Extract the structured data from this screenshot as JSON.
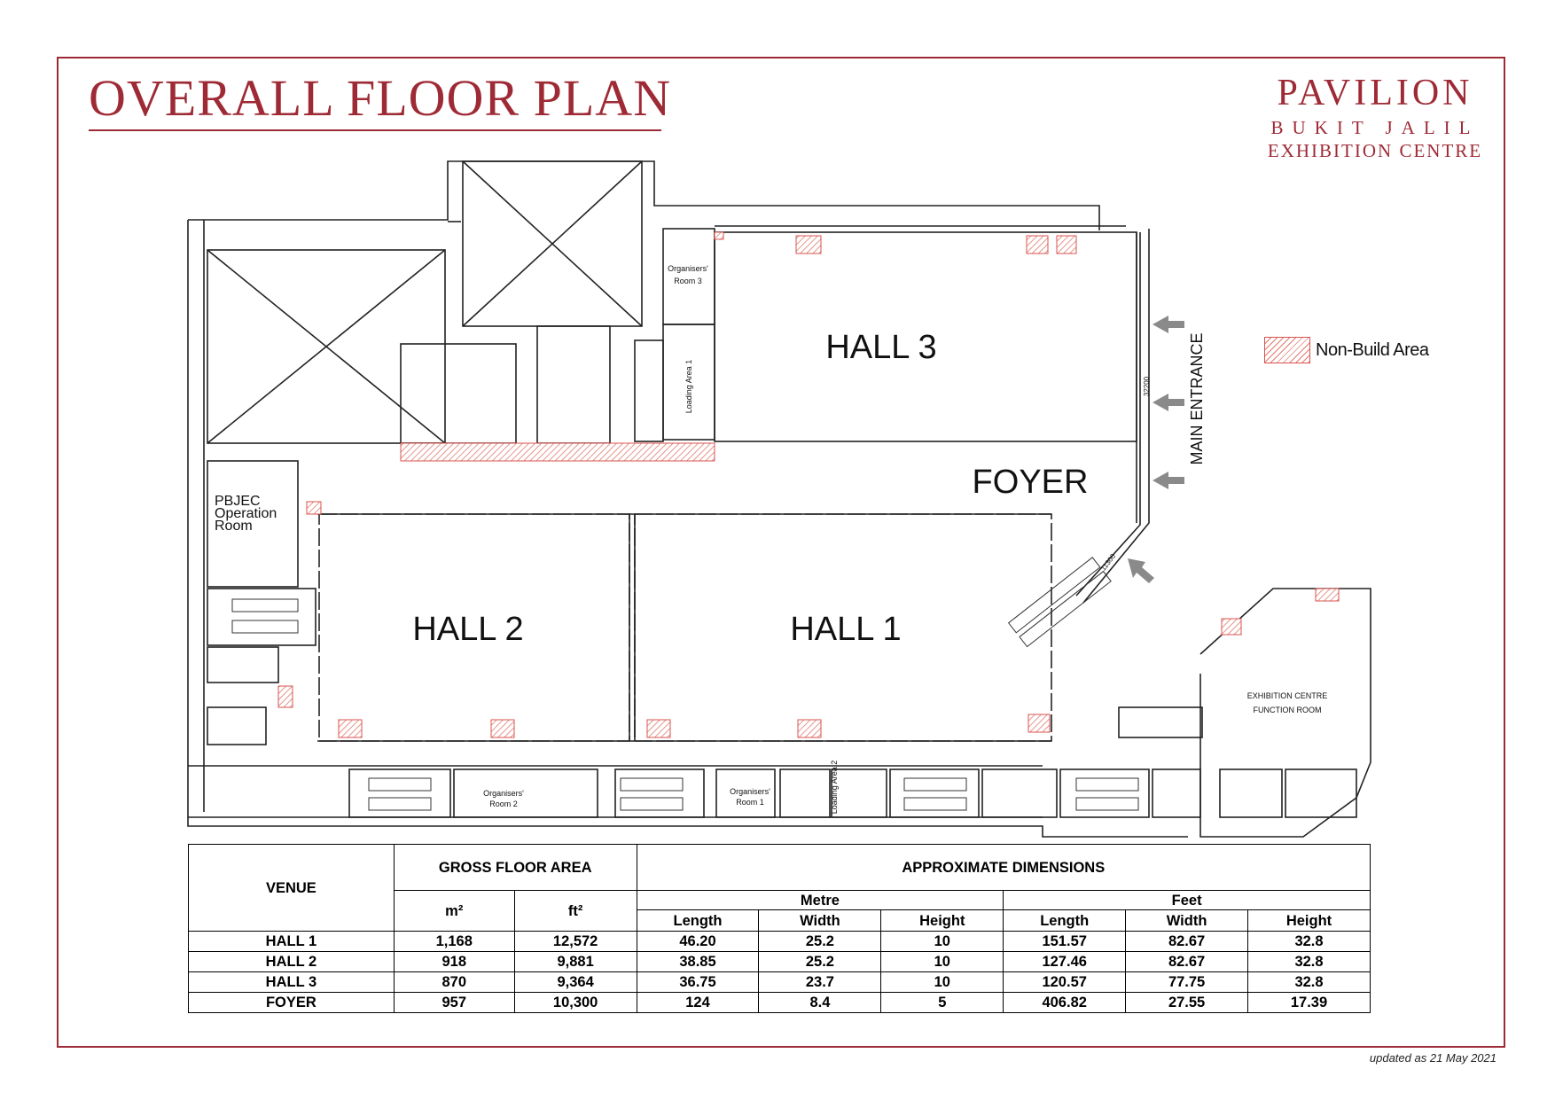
{
  "header": {
    "title": "OVERALL FLOOR PLAN",
    "brand": {
      "line1": "PAVILION",
      "line2": "BUKIT JALIL",
      "line3": "EXHIBITION CENTRE"
    },
    "accent_color": "#9e2a35"
  },
  "plan": {
    "halls": {
      "hall3": "HALL 3",
      "hall2": "HALL 2",
      "hall1": "HALL 1",
      "foyer": "FOYER"
    },
    "rooms": {
      "organisers_room3": [
        "Organisers'",
        "Room 3"
      ],
      "organisers_room2": [
        "Organisers'",
        "Room 2"
      ],
      "organisers_room1": [
        "Organisers'",
        "Room 1"
      ],
      "operation_room": [
        "PBJEC",
        "Operation",
        "Room"
      ],
      "loading_area1": "Loading Area 1",
      "loading_area2": "Loading Area 2",
      "function_room": [
        "EXHIBITION CENTRE",
        "FUNCTION ROOM"
      ]
    },
    "main_entrance": "MAIN ENTRANCE",
    "dimension_marks": {
      "entrance_width": "32200",
      "diagonal": "11300"
    },
    "hatch_color": "#e07b6e"
  },
  "legend": {
    "non_build_area": "Non-Build Area"
  },
  "table": {
    "venue_header": "VENUE",
    "gfa_header": "GROSS FLOOR AREA",
    "dims_header": "APPROXIMATE DIMENSIONS",
    "metre": "Metre",
    "feet": "Feet",
    "m2": "m²",
    "ft2": "ft²",
    "length": "Length",
    "width": "Width",
    "height": "Height",
    "rows": [
      {
        "venue": "HALL 1",
        "m2": "1,168",
        "ft2": "12,572",
        "m_len": "46.20",
        "m_wid": "25.2",
        "m_hei": "10",
        "f_len": "151.57",
        "f_wid": "82.67",
        "f_hei": "32.8"
      },
      {
        "venue": "HALL 2",
        "m2": "918",
        "ft2": "9,881",
        "m_len": "38.85",
        "m_wid": "25.2",
        "m_hei": "10",
        "f_len": "127.46",
        "f_wid": "82.67",
        "f_hei": "32.8"
      },
      {
        "venue": "HALL 3",
        "m2": "870",
        "ft2": "9,364",
        "m_len": "36.75",
        "m_wid": "23.7",
        "m_hei": "10",
        "f_len": "120.57",
        "f_wid": "77.75",
        "f_hei": "32.8"
      },
      {
        "venue": "FOYER",
        "m2": "957",
        "ft2": "10,300",
        "m_len": "124",
        "m_wid": "8.4",
        "m_hei": "5",
        "f_len": "406.82",
        "f_wid": "27.55",
        "f_hei": "17.39"
      }
    ]
  },
  "footer": {
    "updated": "updated as 21 May 2021"
  }
}
